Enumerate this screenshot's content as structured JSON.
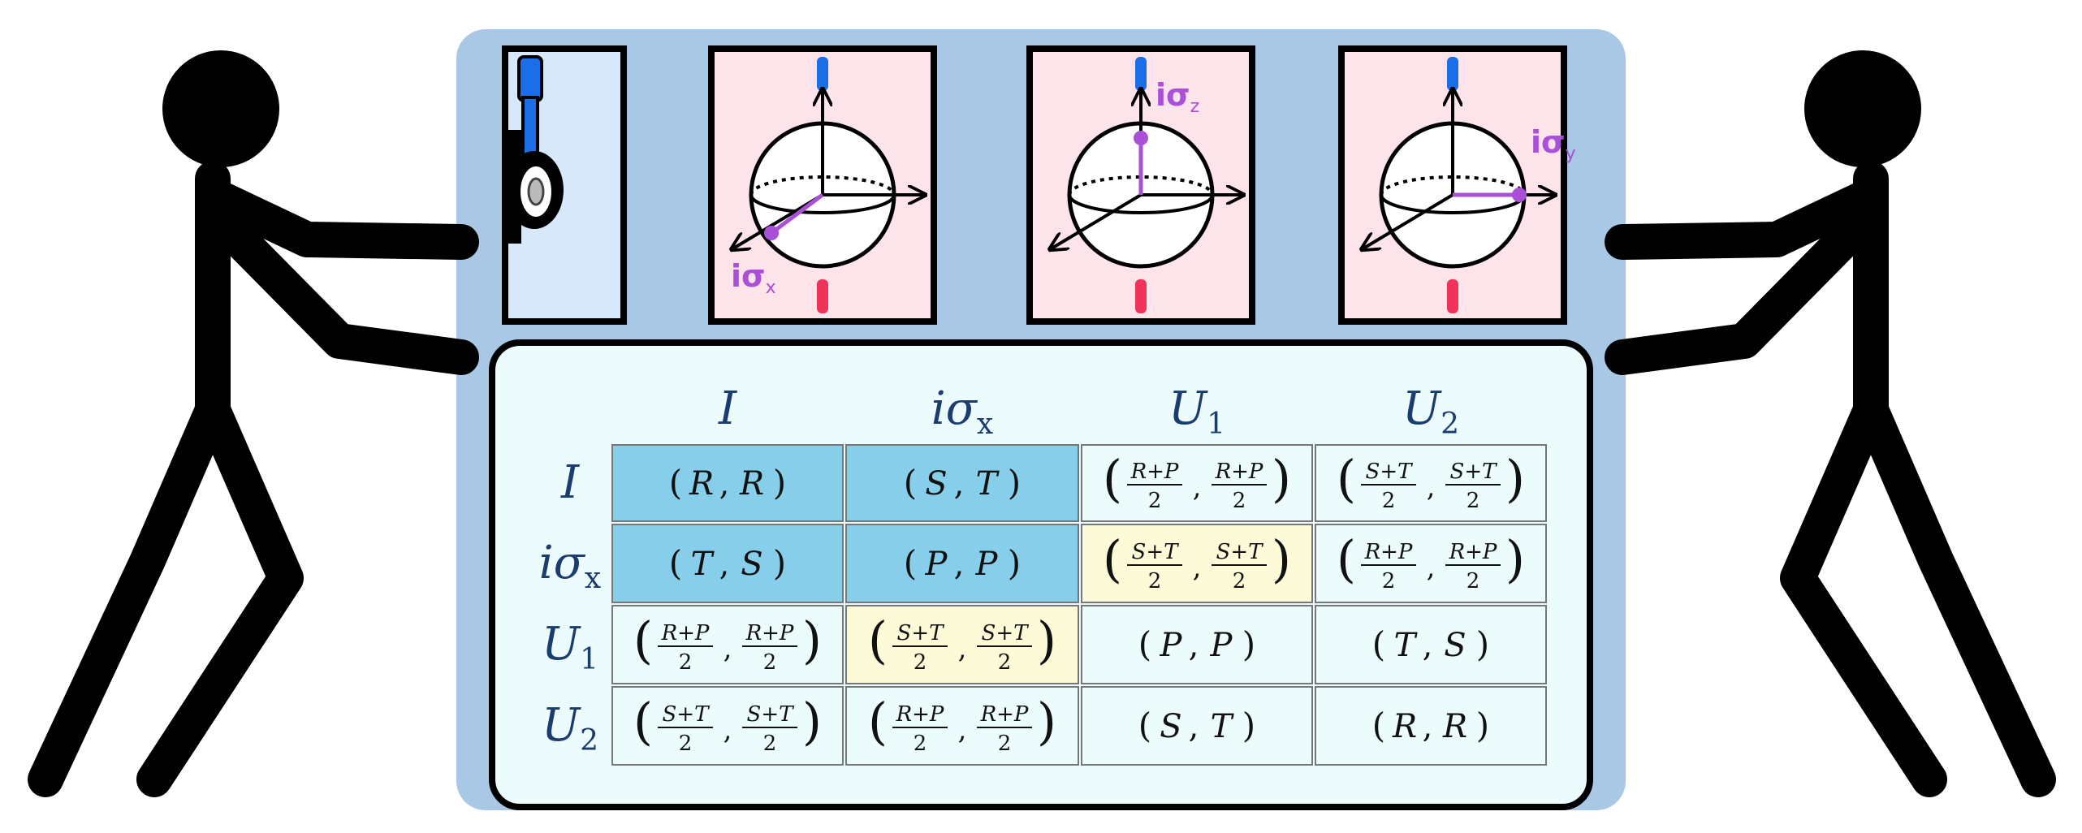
{
  "colors": {
    "figure": "#000000",
    "machine": "#a8c8e6",
    "lever_panel": "#d6e8fa",
    "sphere_panel": "#fde4ea",
    "table_bg": "#ecfcfd",
    "cell_dark": "#87ceea",
    "cell_light": "#ecfcfd",
    "cell_yellow": "#fdfad8",
    "header_text": "#1a3c6e",
    "grid_line": "#777777",
    "axis_blue": "#1a6fe8",
    "axis_red": "#f0335b",
    "operator": "#a94fd8"
  },
  "spheres": [
    {
      "label_main": "iσ",
      "label_sub": "x"
    },
    {
      "label_main": "iσ",
      "label_sub": "z"
    },
    {
      "label_main": "iσ",
      "label_sub": "y"
    }
  ],
  "matrix": {
    "col_headers": [
      {
        "main": "I",
        "sub": ""
      },
      {
        "main": "iσ",
        "sub": "x"
      },
      {
        "main": "U",
        "sub": "1"
      },
      {
        "main": "U",
        "sub": "2"
      }
    ],
    "row_headers": [
      {
        "main": "I",
        "sub": ""
      },
      {
        "main": "iσ",
        "sub": "x"
      },
      {
        "main": "U",
        "sub": "1"
      },
      {
        "main": "U",
        "sub": "2"
      }
    ],
    "cells": [
      [
        {
          "tone": "dark",
          "kind": "pair",
          "a": "R",
          "b": "R"
        },
        {
          "tone": "dark",
          "kind": "pair",
          "a": "S",
          "b": "T"
        },
        {
          "tone": "light",
          "kind": "frac",
          "a": "R+P",
          "b": "R+P",
          "den": "2"
        },
        {
          "tone": "light",
          "kind": "frac",
          "a": "S+T",
          "b": "S+T",
          "den": "2"
        }
      ],
      [
        {
          "tone": "dark",
          "kind": "pair",
          "a": "T",
          "b": "S"
        },
        {
          "tone": "dark",
          "kind": "pair",
          "a": "P",
          "b": "P"
        },
        {
          "tone": "yellow",
          "kind": "frac",
          "a": "S+T",
          "b": "S+T",
          "den": "2"
        },
        {
          "tone": "light",
          "kind": "frac",
          "a": "R+P",
          "b": "R+P",
          "den": "2"
        }
      ],
      [
        {
          "tone": "light",
          "kind": "frac",
          "a": "R+P",
          "b": "R+P",
          "den": "2"
        },
        {
          "tone": "yellow",
          "kind": "frac",
          "a": "S+T",
          "b": "S+T",
          "den": "2"
        },
        {
          "tone": "light",
          "kind": "pair",
          "a": "P",
          "b": "P"
        },
        {
          "tone": "light",
          "kind": "pair",
          "a": "T",
          "b": "S"
        }
      ],
      [
        {
          "tone": "light",
          "kind": "frac",
          "a": "S+T",
          "b": "S+T",
          "den": "2"
        },
        {
          "tone": "light",
          "kind": "frac",
          "a": "R+P",
          "b": "R+P",
          "den": "2"
        },
        {
          "tone": "light",
          "kind": "pair",
          "a": "S",
          "b": "T"
        },
        {
          "tone": "light",
          "kind": "pair",
          "a": "R",
          "b": "R"
        }
      ]
    ]
  }
}
